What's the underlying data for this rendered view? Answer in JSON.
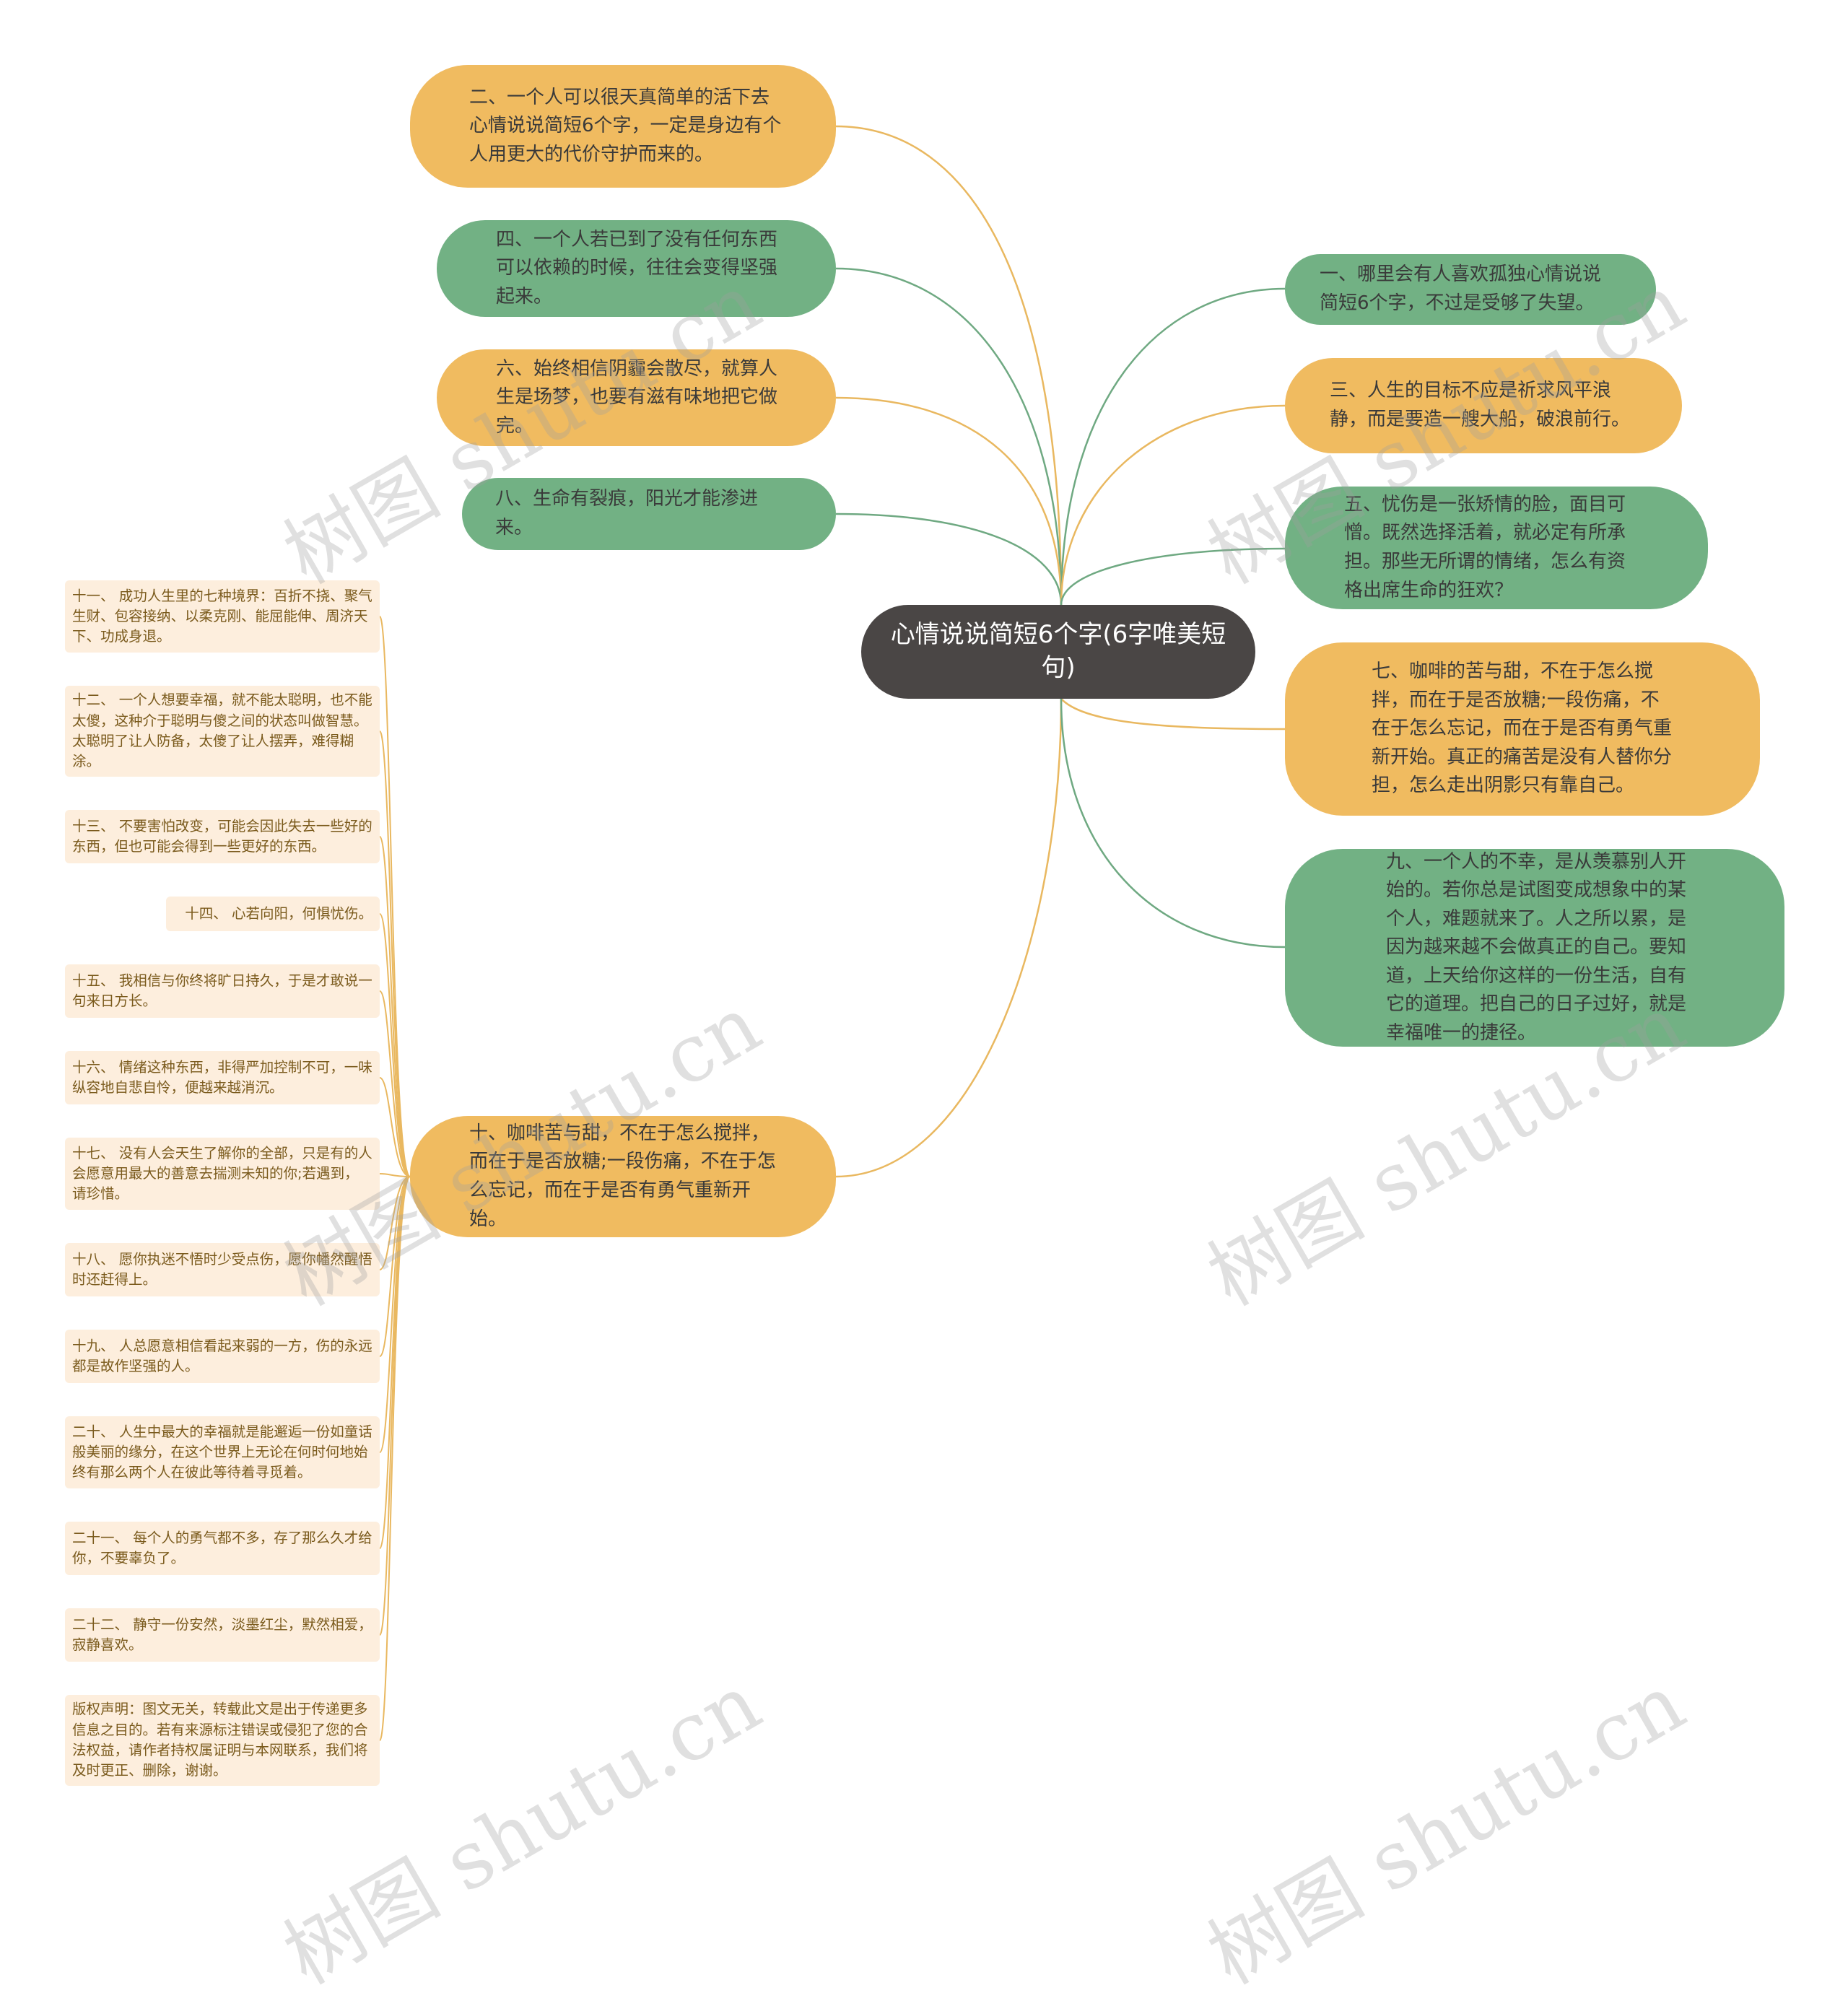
{
  "root": {
    "text": "心情说说简短6个字(6字唯美短句)"
  },
  "branches": [
    {
      "id": "b2",
      "text": "二、一个人可以很天真简单的活下去心情说说简短6个字，一定是身边有个人用更大的代价守护而来的。",
      "color": "orange"
    },
    {
      "id": "b4",
      "text": "四、一个人若已到了没有任何东西可以依赖的时候，往往会变得坚强起来。",
      "color": "green"
    },
    {
      "id": "b6",
      "text": "六、始终相信阴霾会散尽，就算人生是场梦，也要有滋有味地把它做完。",
      "color": "orange"
    },
    {
      "id": "b8",
      "text": "八、生命有裂痕，阳光才能渗进来。",
      "color": "green"
    },
    {
      "id": "b1",
      "text": "一、哪里会有人喜欢孤独心情说说简短6个字，不过是受够了失望。",
      "color": "green"
    },
    {
      "id": "b3",
      "text": "三、人生的目标不应是祈求风平浪静，而是要造一艘大船，破浪前行。",
      "color": "orange"
    },
    {
      "id": "b5",
      "text": "五、忧伤是一张矫情的脸，面目可憎。既然选择活着，就必定有所承担。那些无所谓的情绪，怎么有资格出席生命的狂欢？",
      "color": "green"
    },
    {
      "id": "b7",
      "text": "七、咖啡的苦与甜，不在于怎么搅拌，而在于是否放糖;一段伤痛，不在于怎么忘记，而在于是否有勇气重新开始。真正的痛苦是没有人替你分担，怎么走出阴影只有靠自己。",
      "color": "orange"
    },
    {
      "id": "b9",
      "text": "九、一个人的不幸，是从羡慕别人开始的。若你总是试图变成想象中的某个人，难题就来了。人之所以累，是因为越来越不会做真正的自己。要知道，上天给你这样的一份生活，自有它的道理。把自己的日子过好，就是幸福唯一的捷径。",
      "color": "green"
    },
    {
      "id": "b10",
      "text": "十、咖啡苦与甜，不在于怎么搅拌，而在于是否放糖;一段伤痛，不在于怎么忘记，而在于是否有勇气重新开始。",
      "color": "orange"
    }
  ],
  "leaves": [
    "十一、 成功人生里的七种境界：百折不挠、聚气生财、包容接纳、以柔克刚、能屈能伸、周济天下、功成身退。",
    "十二、 一个人想要幸福，就不能太聪明，也不能太傻，这种介于聪明与傻之间的状态叫做智慧。太聪明了让人防备，太傻了让人摆弄，难得糊涂。",
    "十三、 不要害怕改变，可能会因此失去一些好的东西，但也可能会得到一些更好的东西。",
    "十四、 心若向阳，何惧忧伤。",
    "十五、 我相信与你终将旷日持久，于是才敢说一句来日方长。",
    "十六、 情绪这种东西，非得严加控制不可，一味纵容地自悲自怜，便越来越消沉。",
    "十七、 没有人会天生了解你的全部，只是有的人会愿意用最大的善意去揣测未知的你;若遇到，请珍惜。",
    "十八、 愿你执迷不悟时少受点伤，愿你幡然醒悟时还赶得上。",
    "十九、 人总愿意相信看起来弱的一方，伤的永远都是故作坚强的人。",
    "二十、 人生中最大的幸福就是能邂逅一份如童话般美丽的缘分，在这个世界上无论在何时何地始终有那么两个人在彼此等待着寻觅着。",
    "二十一、 每个人的勇气都不多，存了那么久才给你，不要辜负了。",
    "二十二、 静守一份安然，淡墨红尘，默然相爱，寂静喜欢。",
    "版权声明：图文无关，转载此文是出于传递更多信息之目的。若有来源标注错误或侵犯了您的合法权益，请作者持权属证明与本网联系，我们将及时更正、删除，谢谢。"
  ],
  "watermark": "树图 shutu.cn",
  "colors": {
    "orange": "#f0bb60",
    "green": "#72b184",
    "root": "#4a4645",
    "leaf_bg": "#fdeedd",
    "leaf_text": "#7a5a1c",
    "line_orange": "#e9b860",
    "line_green": "#6fa982"
  }
}
